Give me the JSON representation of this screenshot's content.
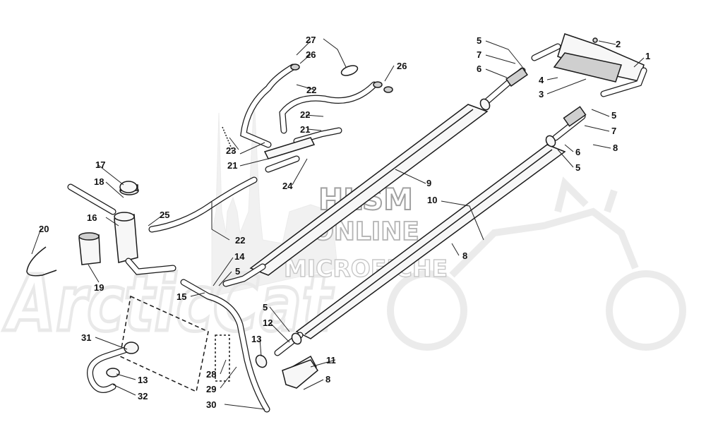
{
  "watermark": {
    "title": "HLSM",
    "line2": "ONLINE",
    "line3": "MICROFICHE",
    "brand": "ArcticCat"
  },
  "callouts": [
    {
      "id": "c1",
      "text": "1"
    },
    {
      "id": "c2",
      "text": "2"
    },
    {
      "id": "c3",
      "text": "3"
    },
    {
      "id": "c4",
      "text": "4"
    },
    {
      "id": "c5a",
      "text": "5"
    },
    {
      "id": "c5b",
      "text": "5"
    },
    {
      "id": "c5c",
      "text": "5"
    },
    {
      "id": "c5d",
      "text": "5"
    },
    {
      "id": "c5e",
      "text": "5"
    },
    {
      "id": "c6a",
      "text": "6"
    },
    {
      "id": "c6b",
      "text": "6"
    },
    {
      "id": "c7a",
      "text": "7"
    },
    {
      "id": "c7b",
      "text": "7"
    },
    {
      "id": "c8a",
      "text": "8"
    },
    {
      "id": "c8b",
      "text": "8"
    },
    {
      "id": "c8c",
      "text": "8"
    },
    {
      "id": "c9",
      "text": "9"
    },
    {
      "id": "c10",
      "text": "10"
    },
    {
      "id": "c11",
      "text": "11"
    },
    {
      "id": "c12",
      "text": "12"
    },
    {
      "id": "c13a",
      "text": "13"
    },
    {
      "id": "c13b",
      "text": "13"
    },
    {
      "id": "c14",
      "text": "14"
    },
    {
      "id": "c15",
      "text": "15"
    },
    {
      "id": "c16",
      "text": "16"
    },
    {
      "id": "c17",
      "text": "17"
    },
    {
      "id": "c18",
      "text": "18"
    },
    {
      "id": "c19",
      "text": "19"
    },
    {
      "id": "c20",
      "text": "20"
    },
    {
      "id": "c21a",
      "text": "21"
    },
    {
      "id": "c21b",
      "text": "21"
    },
    {
      "id": "c22a",
      "text": "22"
    },
    {
      "id": "c22b",
      "text": "22"
    },
    {
      "id": "c22c",
      "text": "22"
    },
    {
      "id": "c23",
      "text": "23"
    },
    {
      "id": "c24",
      "text": "24"
    },
    {
      "id": "c25",
      "text": "25"
    },
    {
      "id": "c26a",
      "text": "26"
    },
    {
      "id": "c26b",
      "text": "26"
    },
    {
      "id": "c27",
      "text": "27"
    },
    {
      "id": "c28",
      "text": "28"
    },
    {
      "id": "c29",
      "text": "29"
    },
    {
      "id": "c30",
      "text": "30"
    },
    {
      "id": "c31",
      "text": "31"
    },
    {
      "id": "c32",
      "text": "32"
    }
  ]
}
